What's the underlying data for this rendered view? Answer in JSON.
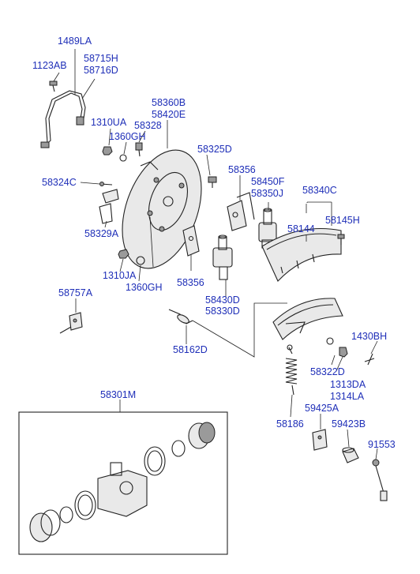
{
  "labels": {
    "p1489LA": "1489LA",
    "p1123AB": "1123AB",
    "p58715H": "58715H",
    "p58716D": "58716D",
    "p58360B": "58360B",
    "p58420E": "58420E",
    "p1310UA": "1310UA",
    "p58328": "58328",
    "p1360GH_top": "1360GH",
    "p58325D": "58325D",
    "p58324C": "58324C",
    "p58356_top": "58356",
    "p58450F": "58450F",
    "p58350J": "58350J",
    "p58340C": "58340C",
    "p58145H": "58145H",
    "p58329A": "58329A",
    "p58144": "58144",
    "p1310JA": "1310JA",
    "p1360GH_bot": "1360GH",
    "p58356_bot": "58356",
    "p58757A": "58757A",
    "p58430D": "58430D",
    "p58330D": "58330D",
    "p58162D": "58162D",
    "p1430BH": "1430BH",
    "p58322D": "58322D",
    "p1313DA": "1313DA",
    "p1314LA": "1314LA",
    "p58301M": "58301M",
    "p59425A": "59425A",
    "p58186": "58186",
    "p59423B": "59423B",
    "p91553": "91553"
  },
  "colors": {
    "label": "#1f2fb8",
    "line": "#222222"
  }
}
